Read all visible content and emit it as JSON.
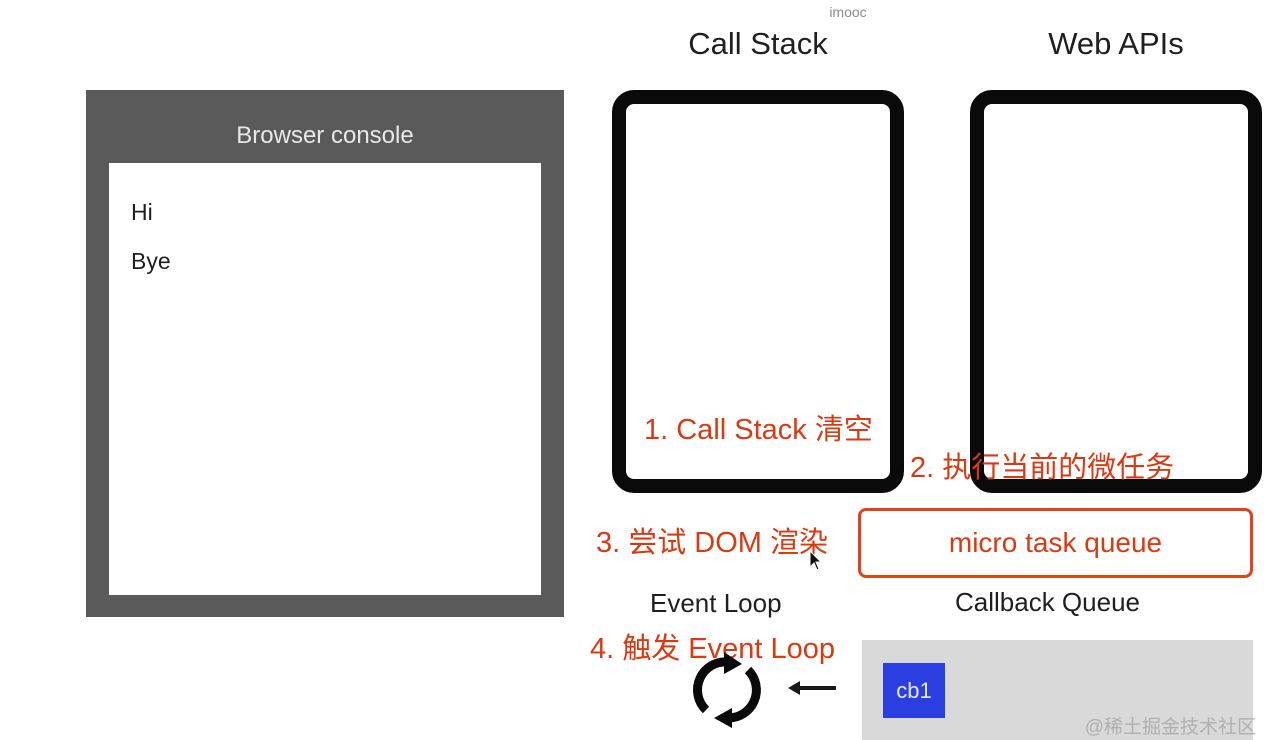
{
  "watermark_top": "imooc",
  "headers": {
    "call_stack": "Call Stack",
    "web_apis": "Web APIs"
  },
  "console": {
    "title": "Browser console",
    "lines": [
      "Hi",
      "Bye"
    ]
  },
  "steps": {
    "step1": "1. Call Stack 清空",
    "step2": "2. 执行当前的微任务",
    "step3": "3. 尝试 DOM 渲染",
    "step4": "4. 触发 Event Loop"
  },
  "micro_task_queue": "micro task queue",
  "event_loop_label": "Event Loop",
  "callback_queue_label": "Callback Queue",
  "callback_queue_items": [
    "cb1"
  ],
  "watermark_bottom": "@稀土掘金技术社区",
  "colors": {
    "accent_red": "#d93a12",
    "chip_blue": "#2b3ee0",
    "console_gray": "#5a5a5a"
  }
}
